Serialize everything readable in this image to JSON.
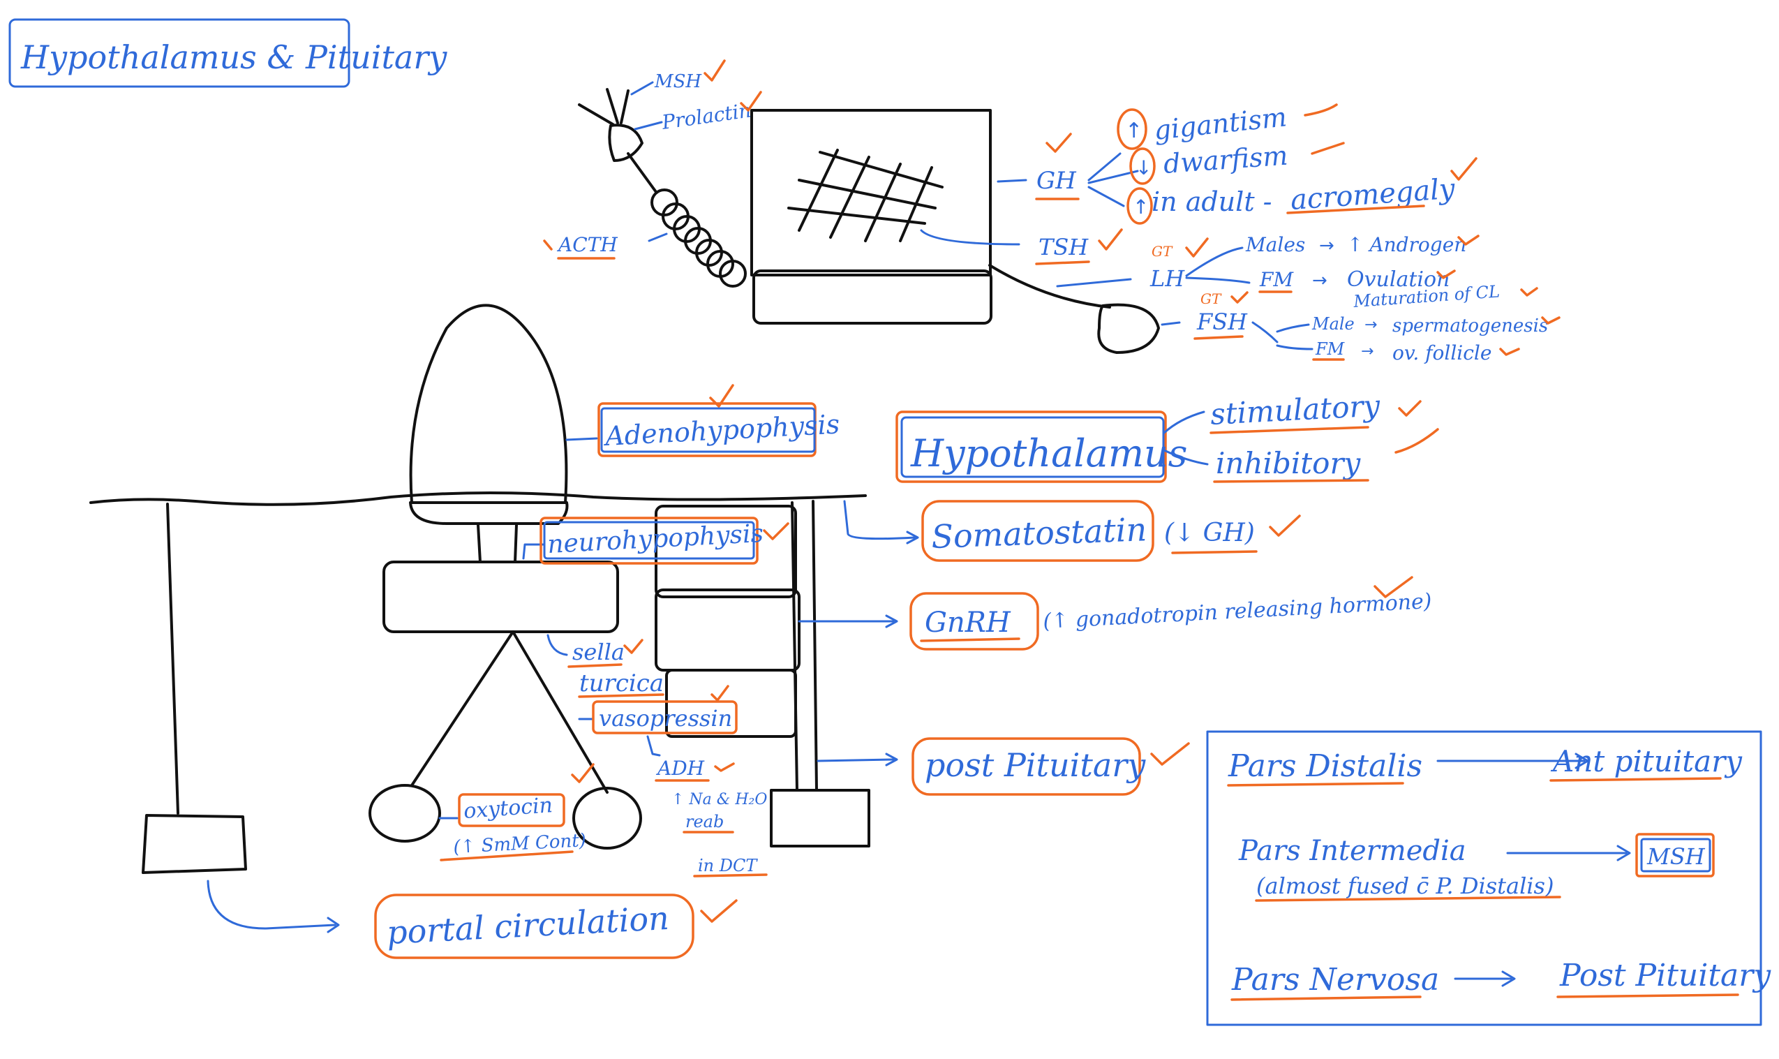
{
  "title": "Hypothalamus & Pituitary",
  "colors": {
    "ink": "#111111",
    "blue": "#2f6ad9",
    "orange": "#f06a22"
  },
  "pituitary_hormones": {
    "msh": "MSH",
    "prolactin": "Prolactin",
    "acth": "ACTH",
    "gh": "GH",
    "gh_gigantism": "gigantism",
    "gh_dwarfism": "dwarfism",
    "gh_adult": "in adult -",
    "gh_acromegaly": "acromegaly",
    "tsh": "TSH",
    "lh": "LH",
    "lh_gt": "GT",
    "lh_males": "Males",
    "lh_males_effect": "↑ Androgen",
    "lh_fm": "FM",
    "lh_fm_effect1": "Ovulation",
    "lh_fm_effect2": "Maturation of CL",
    "fsh": "FSH",
    "fsh_gt": "GT",
    "fsh_male": "Male",
    "fsh_male_effect": "spermatogenesis",
    "fsh_fm": "FM",
    "fsh_fm_effect": "ov. follicle"
  },
  "structure_labels": {
    "adenohypophysis": "Adenohypophysis",
    "neurohypophysis": "neurohypophysis",
    "sella": "sella",
    "turcica": "turcica",
    "vasopressin": "vasopressin",
    "adh": "ADH",
    "adh_effect1": "↑ Na & H₂O",
    "adh_effect2": "reab",
    "adh_effect3": "in DCT",
    "oxytocin": "oxytocin",
    "oxytocin_effect": "(↑ SmM Cont)",
    "portal_circulation": "portal circulation"
  },
  "hypothalamus": {
    "label": "Hypothalamus",
    "stimulatory": "stimulatory",
    "inhibitory": "inhibitory",
    "somatostatin": "Somatostatin",
    "somatostatin_effect": "(↓ GH)",
    "gnrh": "GnRH",
    "gnrh_effect": "(↑ gonadotropin releasing hormone)",
    "post_pituitary": "post Pituitary"
  },
  "parts_box": {
    "row1_left": "Pars Distalis",
    "row1_right": "Ant pituitary",
    "row2_left": "Pars Intermedia",
    "row2_note": "(almost fused c̄ P. Distalis)",
    "row2_right": "MSH",
    "row3_left": "Pars Nervosa",
    "row3_right": "Post Pituitary"
  }
}
